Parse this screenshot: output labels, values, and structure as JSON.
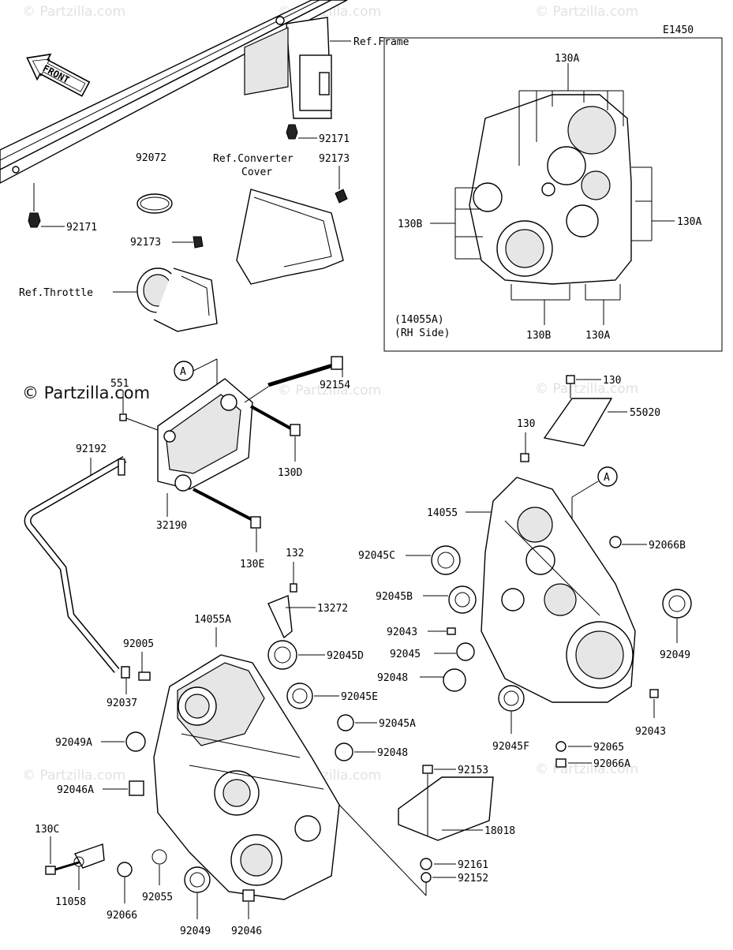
{
  "diagram_code": "E1450",
  "watermark": "© Partzilla.com",
  "brand": "© Partzilla.com",
  "front_label": "FRONT",
  "ref_labels": {
    "frame": "Ref.Frame",
    "converter_line1": "Ref.Converter",
    "converter_line2": "Cover",
    "throttle": "Ref.Throttle"
  },
  "inset": {
    "note_line1": "(14055A)",
    "note_line2": "(RH Side)",
    "labels": {
      "top_130A": "130A",
      "right_130A": "130A",
      "left_130B": "130B",
      "bottom_130B": "130B",
      "bottom_130A": "130A"
    }
  },
  "callouts": {
    "c92171_top": "92171",
    "c92171_left": "92171",
    "c92072": "92072",
    "c92173_top": "92173",
    "c92173_mid": "92173",
    "c551": "551",
    "ref_A1": "A",
    "c92154": "92154",
    "c130D": "130D",
    "c92192": "92192",
    "c32190": "32190",
    "c130E": "130E",
    "c130_top": "130",
    "c55020": "55020",
    "c130_mid": "130",
    "ref_A2": "A",
    "c14055": "14055",
    "c92045C": "92045C",
    "c92066B": "92066B",
    "c92045B": "92045B",
    "c92043_left": "92043",
    "c92049_right": "92049",
    "c92045": "92045",
    "c92048_right": "92048",
    "c92043_right": "92043",
    "c92045F": "92045F",
    "c92065": "92065",
    "c92066A": "92066A",
    "c132": "132",
    "c13272": "13272",
    "c14055A": "14055A",
    "c92045D": "92045D",
    "c92005": "92005",
    "c92045E": "92045E",
    "c92037": "92037",
    "c92045A": "92045A",
    "c92049A": "92049A",
    "c92048_left": "92048",
    "c92153": "92153",
    "c92046A": "92046A",
    "c18018": "18018",
    "c130C": "130C",
    "c92161": "92161",
    "c92152": "92152",
    "c11058": "11058",
    "c92066": "92066",
    "c92055": "92055",
    "c92049_bottom": "92049",
    "c92046_bottom": "92046"
  }
}
